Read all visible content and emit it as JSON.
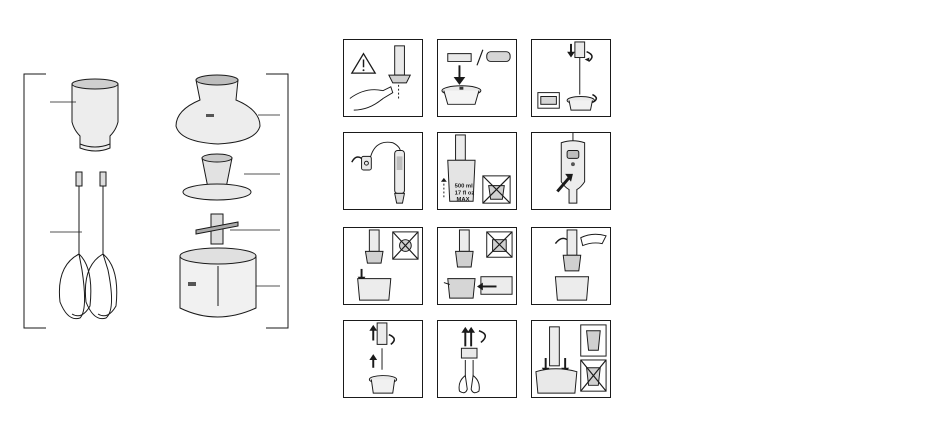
{
  "step_labels": {
    "volume_ml": "500 ml",
    "volume_oz": "17 fl oz",
    "max": "MAX"
  },
  "colors": {
    "line": "#1a1a1a",
    "part_light": "#e9e9e9",
    "part_mid": "#c9c9c9",
    "part_dark": "#777777"
  },
  "icons": {
    "warning": "warning-triangle-icon",
    "rotate": "rotate-arrow-icon",
    "prohibited": "crossed-out-icon",
    "arrow": "arrow-icon"
  }
}
